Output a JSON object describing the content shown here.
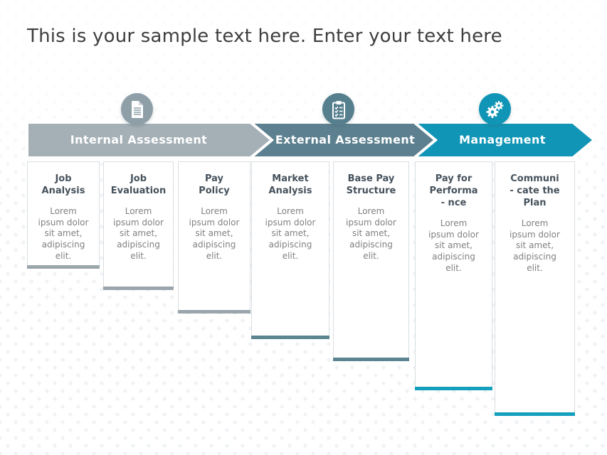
{
  "title": "This is your sample text here. Enter your text here",
  "colors": {
    "internal_arrow": "#a5b0b6",
    "internal_icon_circle": "#8e9fa8",
    "external_arrow": "#5c808f",
    "external_icon_circle": "#567f8e",
    "management_arrow": "#1095b6",
    "management_icon_circle": "#1095b6",
    "bar_internal": "#9ba6ac",
    "bar_external": "#5c8490",
    "bar_management": "#14a0bd",
    "doc_fold": "#cfd6d9"
  },
  "stages": [
    {
      "label": "Internal Assessment",
      "icon": "document-icon"
    },
    {
      "label": "External Assessment",
      "icon": "clipboard-icon"
    },
    {
      "label": "Management",
      "icon": "gears-icon"
    }
  ],
  "cards": [
    {
      "title": "Job\nAnalysis",
      "body": "Lorem\nipsum dolor\nsit amet,\nadipiscing\nelit.",
      "group": "internal",
      "bar_color": "#9ba6ac"
    },
    {
      "title": "Job\nEvaluation",
      "body": "Lorem\nipsum dolor\nsit amet,\nadipiscing\nelit.",
      "group": "internal",
      "bar_color": "#9ba6ac"
    },
    {
      "title": "Pay\nPolicy",
      "body": "Lorem\nipsum dolor\nsit amet,\nadipiscing\nelit.",
      "group": "internal",
      "bar_color": "#9ba6ac"
    },
    {
      "title": "Market\nAnalysis",
      "body": "Lorem\nipsum dolor\nsit amet,\nadipiscing\nelit.",
      "group": "external",
      "bar_color": "#5c8490"
    },
    {
      "title": "Base Pay\nStructure",
      "body": "Lorem\nipsum dolor\nsit amet,\nadipiscing\nelit.",
      "group": "external",
      "bar_color": "#5c8490"
    },
    {
      "title": "Pay for\nPerforma\n- nce",
      "body": "Lorem\nipsum dolor\nsit amet,\nadipiscing\nelit.",
      "group": "management",
      "bar_color": "#14a0bd"
    },
    {
      "title": "Communi\n- cate the\nPlan",
      "body": "Lorem\nipsum dolor\nsit amet,\nadipiscing\nelit.",
      "group": "management",
      "bar_color": "#14a0bd"
    }
  ]
}
